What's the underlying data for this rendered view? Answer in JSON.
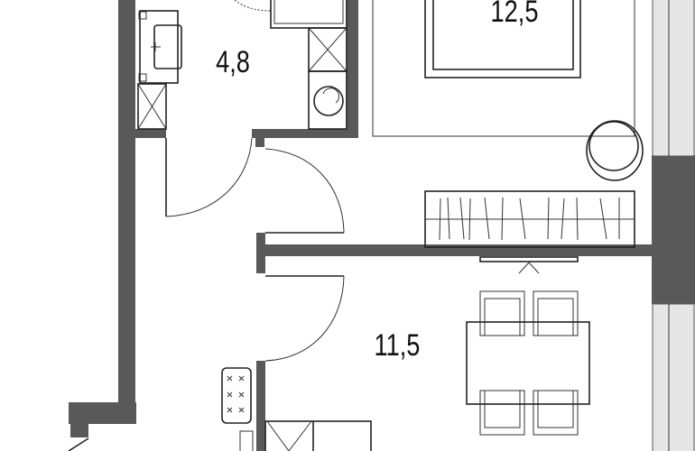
{
  "rooms": [
    {
      "name": "bathroom",
      "area_label": "4,8"
    },
    {
      "name": "bedroom",
      "area_label": "12,5"
    },
    {
      "name": "kitchen-living",
      "area_label": "11,5"
    }
  ],
  "colors": {
    "wall": "#595959",
    "window": "#e6e6e6",
    "line": "#222222"
  }
}
